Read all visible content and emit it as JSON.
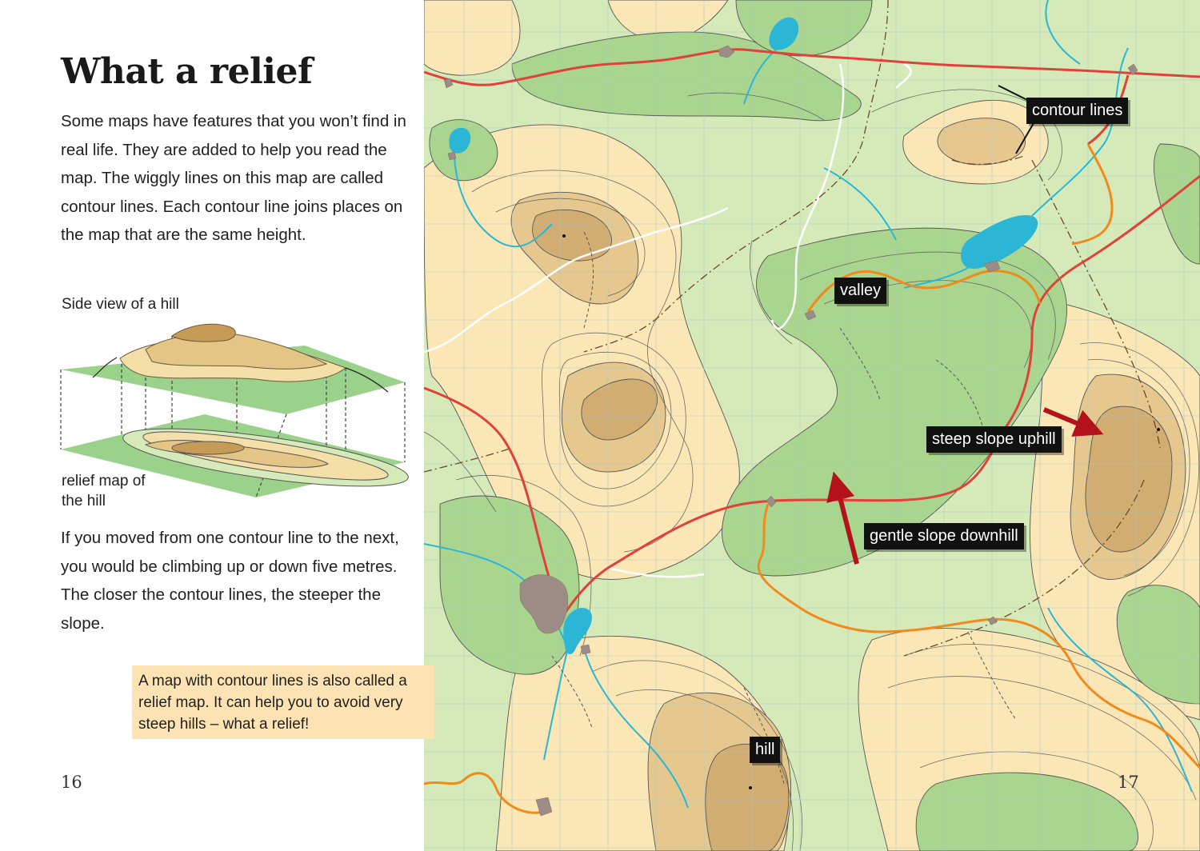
{
  "left_page": {
    "title": "What a relief",
    "paragraph1": "Some maps have features that you won’t find in real life. They are added to help you read the map. The wiggly lines on this map are called contour lines. Each contour line joins places on the map that are the same height.",
    "diagram_caption_top": "Side view of a hill",
    "diagram_caption_bottom": "relief map of the hill",
    "paragraph2": "If you moved from one contour line to the next, you would be climbing up or down five metres. The closer the contour lines, the steeper the slope.",
    "info_box": "A map with contour lines is also called a relief map. It can help you to avoid very steep hills – what a relief!",
    "page_number": "16"
  },
  "map_page": {
    "labels": {
      "contour_lines": "contour lines",
      "valley": "valley",
      "steep_slope": "steep slope uphill",
      "gentle_slope": "gentle slope downhill",
      "hill": "hill"
    },
    "page_number": "17"
  },
  "colors": {
    "low_green": "#a9d58f",
    "light_green": "#d6eab9",
    "pale_yellow": "#fbe6b6",
    "tan": "#e6c88f",
    "dark_tan": "#d1ad72",
    "water": "#2bb6d6",
    "road_red": "#e0413a",
    "road_orange": "#f08a1c",
    "arrow_red": "#b3121a",
    "info_box": "#fde3b3",
    "label_bg": "#111111"
  }
}
